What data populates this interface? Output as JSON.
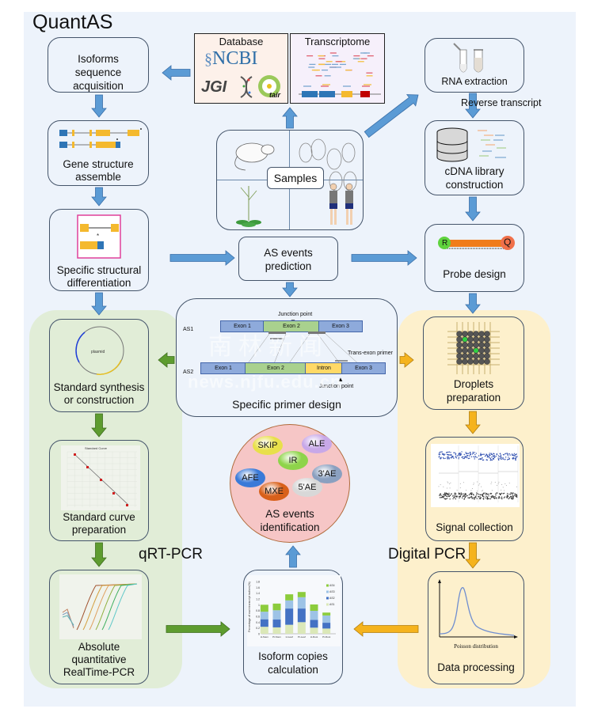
{
  "title": "QuantAS",
  "zones": {
    "qrt_pcr": "qRT-PCR",
    "digital_pcr": "Digital PCR"
  },
  "colors": {
    "background": "#edf3fb",
    "blue_arrow": "#5b9bd5",
    "green_arrow": "#5e9c2f",
    "yellow_arrow": "#f5b31d",
    "green_zone": "#e1edd7",
    "yellow_zone": "#fdf0cc",
    "box_border": "#44546a"
  },
  "left_column": {
    "isoforms": "Isoforms sequence acquisition",
    "gene_structure": [
      "Gene structure",
      "assemble"
    ],
    "structural_diff": [
      "Specific structural",
      "differentiation"
    ],
    "standard_synthesis": [
      "Standard synthesis",
      "or construction"
    ],
    "plasmid_label": "plasmid",
    "standard_curve": [
      "Standard curve",
      "preparation"
    ],
    "standard_curve_title": "Standard Curve",
    "absolute_q": [
      "Absolute",
      "quantitative",
      "RealTime-PCR"
    ]
  },
  "center_column": {
    "database_title": "Database",
    "ncbi": "NCBI",
    "jgi": "JGI",
    "tair": "tair",
    "transcriptome_title": "Transcriptome",
    "samples": "Samples",
    "as_prediction": [
      "AS events",
      "prediction"
    ],
    "primer": {
      "junction_top": "Junction point",
      "junction_bottom": "Junction point",
      "trans_exon": "Trans-exon primer",
      "as1": "AS1",
      "as2": "AS2",
      "as1_segments": [
        "Exon 1",
        "Exon 2",
        "Exon 3"
      ],
      "as2_segments": [
        "Exon 1",
        "Exon 2",
        "Intron",
        "Exon 3"
      ],
      "title": "Specific primer design"
    },
    "as_events": {
      "events": [
        "SKIP",
        "ALE",
        "IR",
        "3'AE",
        "AFE",
        "5'AE",
        "MXE"
      ],
      "title": [
        "AS events",
        "identification"
      ]
    },
    "isoform_copies": [
      "Isoform copies",
      "calculation"
    ]
  },
  "right_column": {
    "rna": "RNA extraction",
    "reverse": "Reverse transcript",
    "cdna": [
      "cDNA library",
      "construction"
    ],
    "probe": "Probe design",
    "probe_r": "R",
    "probe_q": "Q",
    "droplets": [
      "Droplets",
      "preparation"
    ],
    "signal": "Signal collection",
    "data_processing": "Data processing",
    "poisson": "Poisson distribution"
  },
  "watermark": {
    "cn": "南林新闻",
    "url": "news.njfu.edu.cn"
  },
  "chart_data": [
    {
      "type": "bar",
      "title": "",
      "ylabel": "Percentage of each transcript isoform(%)",
      "categories": [
        "H-Stem",
        "Pt-Stem",
        "H-Leaf",
        "Pt-Leaf",
        "H-Root",
        "Pt-Root"
      ],
      "series": [
        {
          "name": "AS1",
          "values": [
            0.24,
            0.22,
            0.31,
            0.4,
            0.21,
            0.18
          ]
        },
        {
          "name": "AS2",
          "values": [
            0.26,
            0.27,
            0.56,
            0.47,
            0.27,
            0.2
          ]
        },
        {
          "name": "AS3",
          "values": [
            0.26,
            0.32,
            0.28,
            0.39,
            0.31,
            0.25
          ]
        },
        {
          "name": "AS4",
          "values": [
            0.24,
            0.23,
            0.21,
            0.18,
            0.22,
            0.1
          ]
        }
      ],
      "ylim": [
        0,
        1.8
      ],
      "yticks": [
        0,
        0.2,
        0.4,
        0.6,
        0.8,
        1,
        1.2,
        1.4,
        1.6,
        1.8
      ],
      "stacked": true,
      "legend": "right"
    }
  ]
}
